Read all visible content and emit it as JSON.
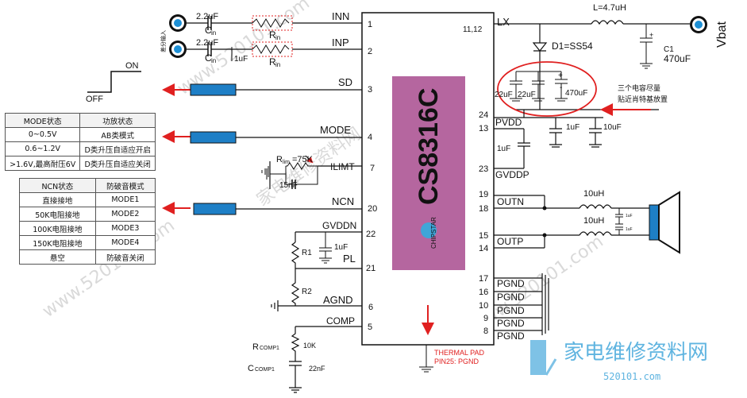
{
  "chip": {
    "name": "CS8316C",
    "brand": "CHIPSTAR"
  },
  "pins": {
    "inn": {
      "label": "INN",
      "num": "1"
    },
    "inp": {
      "label": "INP",
      "num": "2"
    },
    "sd": {
      "label": "SD",
      "num": "3"
    },
    "mode": {
      "label": "MODE",
      "num": "4"
    },
    "ilimt": {
      "label": "ILIMT",
      "num": "7"
    },
    "ncn": {
      "label": "NCN",
      "num": "20"
    },
    "gvddn": {
      "label": "GVDDN",
      "num": "22"
    },
    "pl": {
      "label": "PL",
      "num": "21"
    },
    "agnd": {
      "label": "AGND",
      "num": "6"
    },
    "comp": {
      "label": "COMP",
      "num": "5"
    },
    "lx": {
      "label": "LX",
      "num": "11,12"
    },
    "pvdd": {
      "label": "PVDD",
      "num1": "24",
      "num2": "13"
    },
    "gvddp": {
      "label": "GVDDP",
      "num": "23"
    },
    "outn": {
      "label": "OUTN",
      "num1": "19",
      "num2": "18"
    },
    "outp": {
      "label": "OUTP",
      "num1": "15",
      "num2": "14"
    },
    "pgnd": {
      "label": "PGND",
      "nums": [
        "17",
        "16",
        "10",
        "9",
        "8"
      ]
    }
  },
  "components": {
    "cin_val": "2.2uF",
    "cin": "C",
    "cin_sub": "in",
    "rin": "R",
    "rin_sub": "in",
    "inp_cap": "1uF",
    "input_label": "差分输入",
    "l": "L=4.7uH",
    "d1": "D1=SS54",
    "c1": "C1",
    "c1_val": "470uF",
    "vbat": "Vbat",
    "c_22a": "22uF",
    "c_22b": "22uF",
    "c_470": "470uF",
    "c_pvdd1": "1uF",
    "c_pvdd2": "10uF",
    "c_gvddp": "1uF",
    "rlim": "R",
    "rlim_sub": "lim",
    "rlim_val": "=75K",
    "c15n": "15nF",
    "r1": "R1",
    "r2": "R2",
    "c_gvddn": "1uF",
    "rcomp": "R",
    "rcomp_sub": "COMP1",
    "rcomp_val": "10K",
    "ccomp": "C",
    "ccomp_sub": "COMP1",
    "ccomp_val": "22nF",
    "l_out1": "10uH",
    "l_out2": "10uH",
    "c_out1": "1uF",
    "c_out2": "1uF",
    "thermal1": "THERMAL PAD",
    "thermal2": "PIN25: PGND",
    "note1": "三个电容尽量",
    "note2": "贴近肖特基放置",
    "on": "ON",
    "off": "OFF"
  },
  "mode_table": {
    "header": [
      "MODE状态",
      "功放状态"
    ],
    "rows": [
      [
        "0~0.5V",
        "AB类模式"
      ],
      [
        "0.6~1.2V",
        "D类升压自适应开启"
      ],
      [
        ">1.6V,最高耐压6V",
        "D类升压自适应关闭"
      ]
    ]
  },
  "ncn_table": {
    "header": [
      "NCN状态",
      "防破音模式"
    ],
    "rows": [
      [
        "直接接地",
        "MODE1"
      ],
      [
        "50K电阻接地",
        "MODE2"
      ],
      [
        "100K电阻接地",
        "MODE3"
      ],
      [
        "150K电阻接地",
        "MODE4"
      ],
      [
        "悬空",
        "防破音关闭"
      ]
    ]
  },
  "watermark": {
    "site": "www.520101.com",
    "logo": "家电维修资料网",
    "logo_url": "520101.com",
    "wm1": "家电维修资料网"
  }
}
